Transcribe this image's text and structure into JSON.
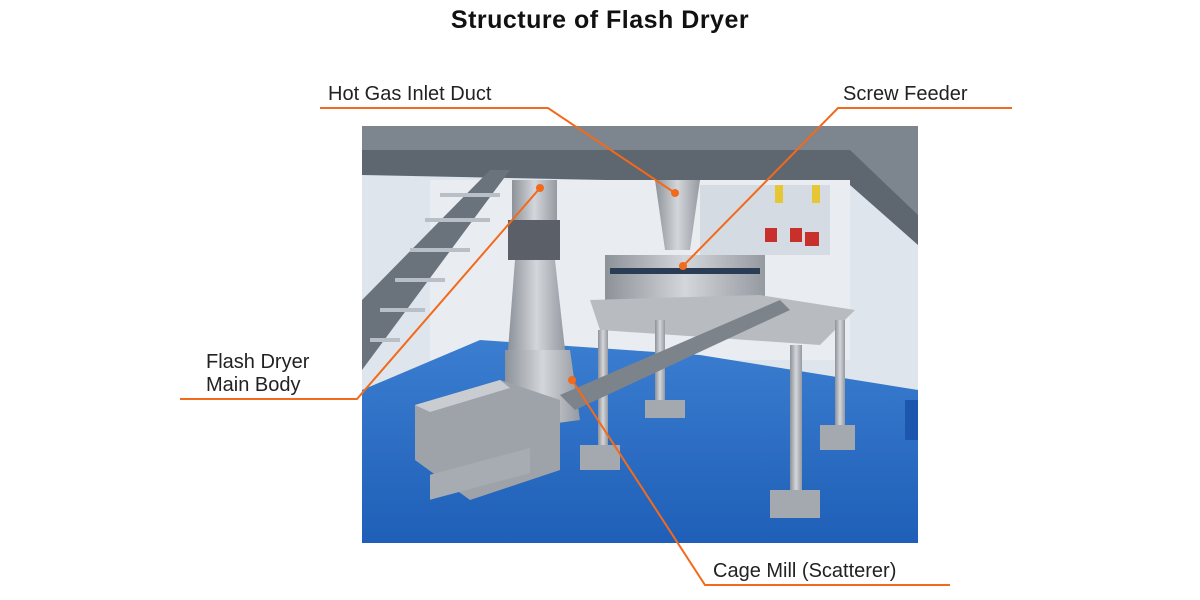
{
  "title": "Structure of Flash Dryer",
  "labels": {
    "hot_gas_inlet_duct": "Hot Gas Inlet Duct",
    "screw_feeder": "Screw Feeder",
    "flash_dryer_line1": "Flash Dryer",
    "flash_dryer_line2": "Main Body",
    "cage_mill": "Cage Mill (Scatterer)"
  },
  "colors": {
    "leader_line": "#f26a1b",
    "floor": "#2f6fc4",
    "wall": "#e4e9ef",
    "steel": "#a9adb3"
  }
}
